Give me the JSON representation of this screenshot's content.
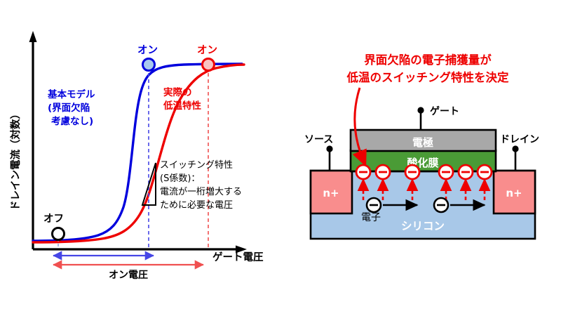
{
  "chart_data": {
    "type": "line",
    "title": "",
    "xlabel": "ゲート電圧",
    "ylabel": "ドレイン電流（対数）",
    "xlim": [
      0,
      10
    ],
    "ylim": [
      0,
      10
    ],
    "grid": false,
    "legend_position": "inline-annotations",
    "series": [
      {
        "name": "基本モデル(界面欠陥考慮なし)",
        "color": "#0000dd",
        "x": [
          0.0,
          0.5,
          1.0,
          1.5,
          2.0,
          2.5,
          3.0,
          3.2,
          3.4,
          3.6,
          3.8,
          4.0,
          4.2,
          4.4,
          4.6,
          5.0,
          5.5,
          6.0,
          7.0,
          8.0,
          9.0,
          10.0
        ],
        "y": [
          0.35,
          0.35,
          0.38,
          0.45,
          0.6,
          0.85,
          1.6,
          2.4,
          3.6,
          5.0,
          6.3,
          7.3,
          7.9,
          8.25,
          8.45,
          8.6,
          8.68,
          8.72,
          8.75,
          8.78,
          8.8,
          8.8
        ]
      },
      {
        "name": "実際の低温特性",
        "color": "#ee0000",
        "x": [
          0.0,
          0.5,
          1.0,
          1.5,
          2.0,
          2.5,
          3.0,
          3.5,
          4.0,
          4.5,
          5.0,
          5.5,
          6.0,
          6.5,
          7.0,
          7.5,
          8.0,
          8.5,
          9.0,
          9.5,
          10.0
        ],
        "y": [
          0.32,
          0.33,
          0.36,
          0.42,
          0.52,
          0.7,
          1.0,
          1.5,
          2.3,
          3.4,
          4.6,
          5.8,
          6.8,
          7.6,
          8.1,
          8.4,
          8.55,
          8.62,
          8.66,
          8.68,
          8.7
        ]
      }
    ],
    "markers": [
      {
        "name": "オフ",
        "label": "オフ",
        "x": 0.55,
        "y": 0.35,
        "fill": "#ffffff",
        "stroke": "#000000"
      },
      {
        "name": "オン（基本モデル）",
        "label": "オン",
        "x": 5.35,
        "y": 8.63,
        "fill": "#a8c8ee",
        "stroke": "#0000dd"
      },
      {
        "name": "オン（低温特性）",
        "label": "オン",
        "x": 8.2,
        "y": 8.6,
        "fill": "#f9c2c2",
        "stroke": "#ee0000"
      }
    ],
    "annotations": [
      {
        "name": "基本モデル注釈",
        "color": "#0000dd",
        "lines": [
          "基本モデル",
          "(界面欠陥",
          "考慮なし)"
        ]
      },
      {
        "name": "低温特性注釈",
        "color": "#ee0000",
        "lines": [
          "実際の",
          "低温特性"
        ]
      },
      {
        "name": "S係数説明",
        "color": "#000000",
        "lines": [
          "スイッチング特性",
          "(S係数)：",
          "電流が一桁増大する",
          "ために必要な電圧"
        ]
      }
    ],
    "span_arrows": [
      {
        "name": "オン電圧（基本モデル）",
        "color": "#4646e6",
        "from_x": 0.55,
        "to_x": 5.35
      },
      {
        "name": "オン電圧（低温特性）",
        "color": "#f05050",
        "from_x": 0.55,
        "to_x": 8.2
      }
    ],
    "span_label": "オン電圧",
    "slope_triangle_name": "S係数傾き三角形"
  },
  "device": {
    "headline": {
      "color": "#ee0000",
      "lines": [
        "界面欠陥の電子捕獲量が",
        "低温のスイッチング特性を決定"
      ]
    },
    "terminals": [
      {
        "name": "gate",
        "label": "ゲート"
      },
      {
        "name": "source",
        "label": "ソース"
      },
      {
        "name": "drain",
        "label": "ドレイン"
      }
    ],
    "layers": [
      {
        "name": "electrode",
        "label": "電極",
        "color": "#a8a8a8",
        "text_color": "#ffffff"
      },
      {
        "name": "oxide",
        "label": "酸化膜",
        "color": "#4a9b36",
        "text_color": "#ffffff"
      },
      {
        "name": "silicon",
        "label": "シリコン",
        "color": "#a8c8e8",
        "text_color": "#ffffff"
      }
    ],
    "doped_regions": [
      {
        "name": "source-n-plus",
        "label": "n+",
        "color": "#f98d8d",
        "text_color": "#ffffff"
      },
      {
        "name": "drain-n-plus",
        "label": "n+",
        "color": "#f98d8d",
        "text_color": "#ffffff"
      }
    ],
    "trapped_electrons": {
      "name": "界面捕獲電子",
      "count": 6,
      "color": "#ee0000",
      "symbol": "−"
    },
    "mobile_electrons": {
      "name": "伝導電子",
      "count": 2,
      "label": "電子",
      "color": "#000000",
      "symbol": "−"
    },
    "capture_arrows": {
      "name": "捕獲矢印",
      "count": 6,
      "color": "#ee0000",
      "style": "dashed"
    },
    "pointer_arrow": {
      "name": "注釈引き出し矢印",
      "color": "#ee0000"
    }
  }
}
